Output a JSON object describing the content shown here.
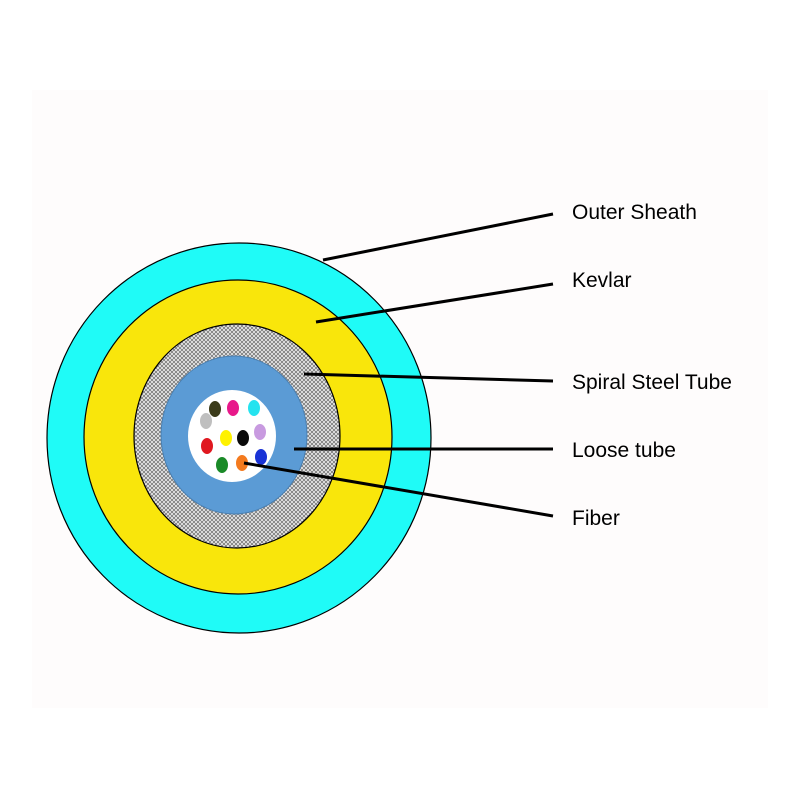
{
  "labels": {
    "outer_sheath": "Outer Sheath",
    "kevlar": "Kevlar",
    "spiral_steel_tube": "Spiral Steel Tube",
    "loose_tube": "Loose tube",
    "fiber": "Fiber"
  },
  "colors": {
    "outer_sheath": "#1ffbf7",
    "kevlar": "#f9e60b",
    "steel_tube": "#c8c8c8",
    "loose_tube": "#5b9bd5",
    "core": "#ffffff",
    "leader": "#000000"
  },
  "fiber_colors": [
    "#bfbfbf",
    "#3b3b1a",
    "#e8188a",
    "#25e3ef",
    "#e01820",
    "#fff200",
    "#0a0a0a",
    "#c89ae0",
    "#1a8a28",
    "#f47a1e",
    "#1a33d6"
  ]
}
